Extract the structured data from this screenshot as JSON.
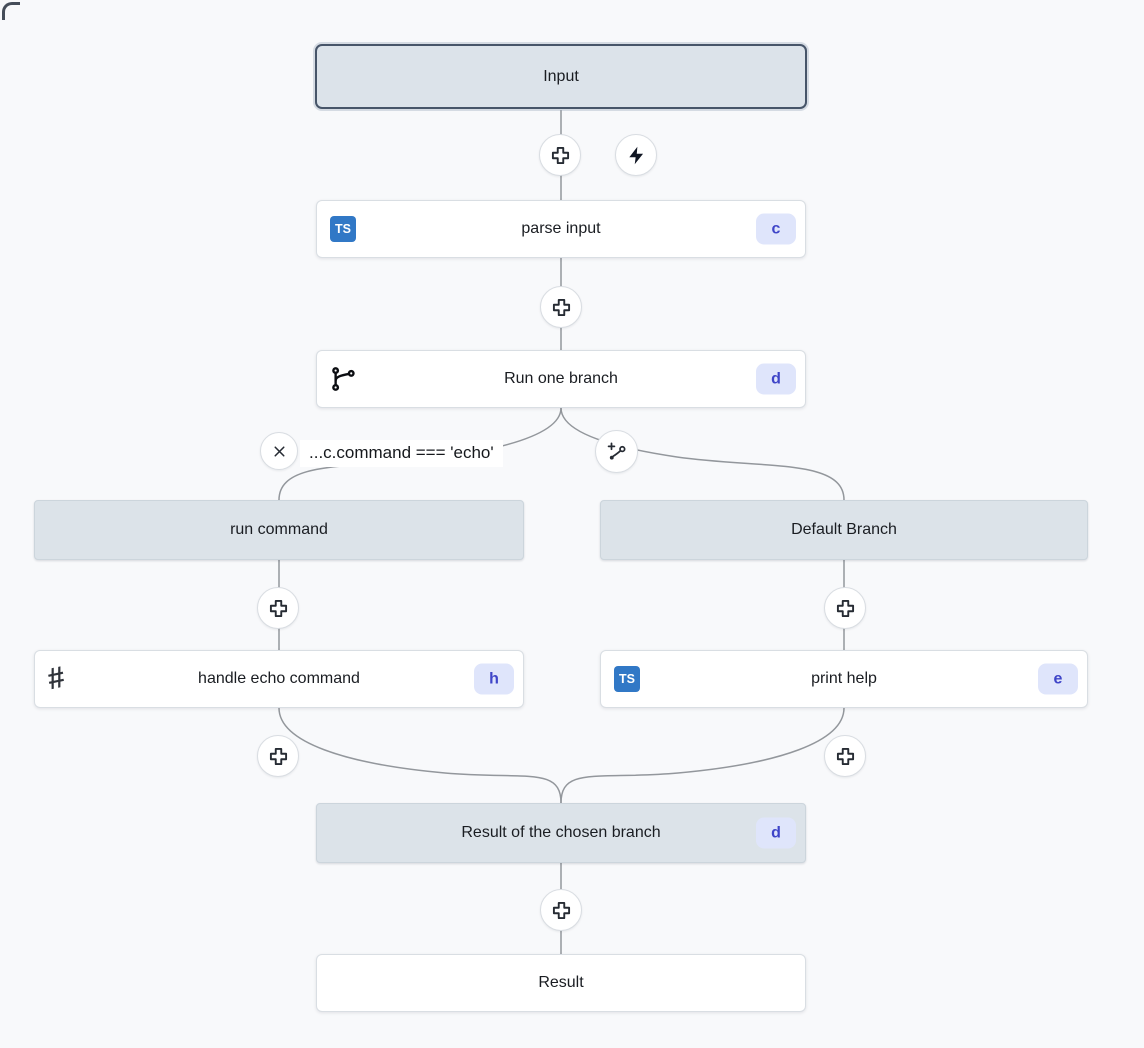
{
  "colors": {
    "canvas_bg": "#f8f9fb",
    "gray_node_bg": "#dce3e9",
    "selected_node_border": "#475569",
    "badge_bg": "#dfe5fb",
    "badge_text": "#3f45c8",
    "typescript_icon_bg": "#3178c6",
    "edge_stroke": "#93979c"
  },
  "icons": {
    "typescript_label": "TS",
    "hash_glyph": "#"
  },
  "nodes": {
    "input": {
      "label": "Input"
    },
    "parse_input": {
      "label": "parse input",
      "badge": "c"
    },
    "run_one_branch": {
      "label": "Run one branch",
      "badge": "d"
    },
    "branch_one": {
      "condition_label": "...c.command === 'echo'"
    },
    "run_command": {
      "label": "run command"
    },
    "handle_echo_command": {
      "label": "handle echo command",
      "badge": "h"
    },
    "default_branch": {
      "label": "Default Branch"
    },
    "print_help": {
      "label": "print help",
      "badge": "e"
    },
    "result_of_chosen_branch": {
      "label": "Result of the chosen branch",
      "badge": "d"
    },
    "result": {
      "label": "Result"
    }
  }
}
